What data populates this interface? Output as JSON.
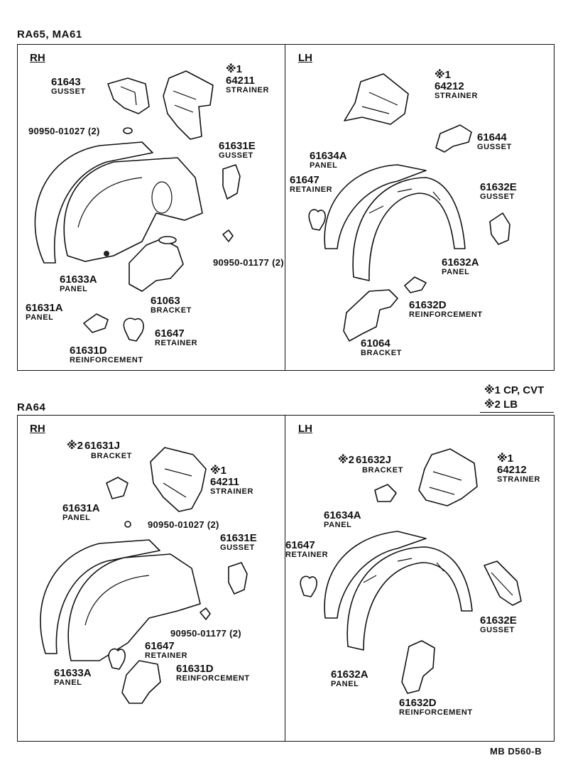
{
  "sections": {
    "top_heading": "RA65, MA61",
    "bottom_heading": "RA64",
    "rh": "RH",
    "lh": "LH"
  },
  "legend": {
    "line1": "※1 CP, CVT",
    "line2": "※2 LB"
  },
  "marks": {
    "m1": "※1",
    "m2": "※2"
  },
  "top_rh": {
    "gusset_61643": {
      "num": "61643",
      "name": "GUSSET"
    },
    "strainer_64211": {
      "num": "64211",
      "name": "STRAINER"
    },
    "bolt_1027": "90950-01027 (2)",
    "gusset_61631e": {
      "num": "61631E",
      "name": "GUSSET"
    },
    "bolt_1177": "90950-01177 (2)",
    "panel_61633a": {
      "num": "61633A",
      "name": "PANEL"
    },
    "panel_61631a": {
      "num": "61631A",
      "name": "PANEL"
    },
    "bracket_61063": {
      "num": "61063",
      "name": "BRACKET"
    },
    "retainer_61647": {
      "num": "61647",
      "name": "RETAINER"
    },
    "reinf_61631d": {
      "num": "61631D",
      "name": "REINFORCEMENT"
    }
  },
  "top_lh": {
    "strainer_64212": {
      "num": "64212",
      "name": "STRAINER"
    },
    "gusset_61644": {
      "num": "61644",
      "name": "GUSSET"
    },
    "panel_61634a": {
      "num": "61634A",
      "name": "PANEL"
    },
    "retainer_61647": {
      "num": "61647",
      "name": "RETAINER"
    },
    "gusset_61632e": {
      "num": "61632E",
      "name": "GUSSET"
    },
    "panel_61632a": {
      "num": "61632A",
      "name": "PANEL"
    },
    "reinf_61632d": {
      "num": "61632D",
      "name": "REINFORCEMENT"
    },
    "bracket_61064": {
      "num": "61064",
      "name": "BRACKET"
    }
  },
  "bottom_rh": {
    "bracket_61631j": {
      "num": "61631J",
      "name": "BRACKET"
    },
    "strainer_64211": {
      "num": "64211",
      "name": "STRAINER"
    },
    "panel_61631a": {
      "num": "61631A",
      "name": "PANEL"
    },
    "bolt_1027": "90950-01027 (2)",
    "gusset_61631e": {
      "num": "61631E",
      "name": "GUSSET"
    },
    "bolt_1177": "90950-01177 (2)",
    "retainer_61647": {
      "num": "61647",
      "name": "RETAINER"
    },
    "panel_61633a": {
      "num": "61633A",
      "name": "PANEL"
    },
    "reinf_61631d": {
      "num": "61631D",
      "name": "REINFORCEMENT"
    }
  },
  "bottom_lh": {
    "bracket_61632j": {
      "num": "61632J",
      "name": "BRACKET"
    },
    "strainer_64212": {
      "num": "64212",
      "name": "STRAINER"
    },
    "panel_61634a": {
      "num": "61634A",
      "name": "PANEL"
    },
    "retainer_61647": {
      "num": "61647",
      "name": "RETAINER"
    },
    "gusset_61632e": {
      "num": "61632E",
      "name": "GUSSET"
    },
    "panel_61632a": {
      "num": "61632A",
      "name": "PANEL"
    },
    "reinf_61632d": {
      "num": "61632D",
      "name": "REINFORCEMENT"
    }
  },
  "footer_code": "MB  D560-B"
}
